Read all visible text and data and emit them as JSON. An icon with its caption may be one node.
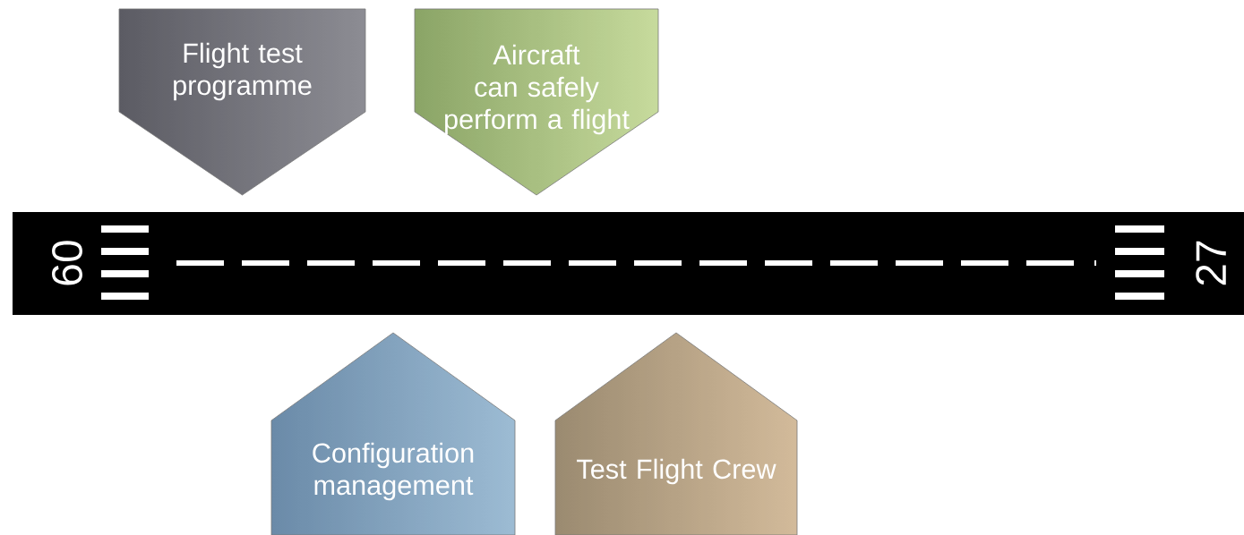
{
  "diagram": {
    "nodes": [
      {
        "text": [
          "Flight test programme"
        ]
      },
      {
        "text": [
          "Aircraft can safely perform a flight"
        ]
      },
      {
        "text": [
          "Configuration management"
        ]
      },
      {
        "text": [
          "Test Flight Crew"
        ]
      }
    ],
    "labels": [
      "09",
      "27"
    ]
  }
}
